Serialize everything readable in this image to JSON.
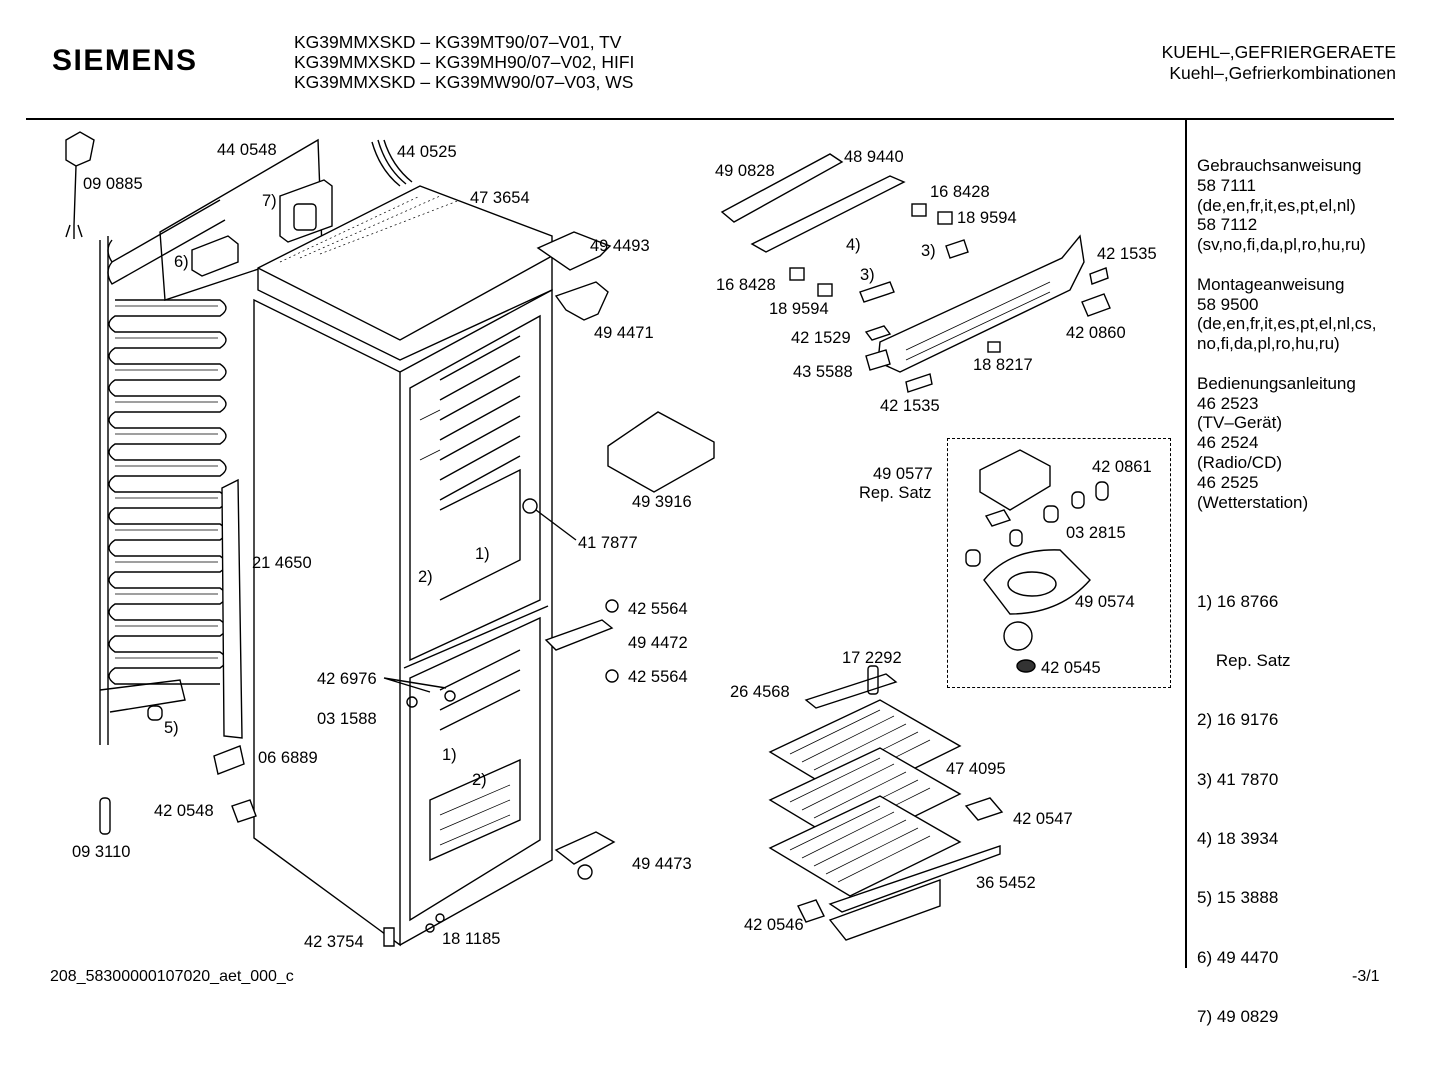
{
  "header": {
    "brand": "SIEMENS",
    "models": [
      "KG39MMXSKD – KG39MT90/07–V01, TV",
      "KG39MMXSKD – KG39MH90/07–V02, HIFI",
      "KG39MMXSKD – KG39MW90/07–V03, WS"
    ],
    "category": "KUEHL–,GEFRIERGERAETE",
    "subcategory": "Kuehl–,Gefrierkombinationen"
  },
  "sidebar": {
    "docs": [
      {
        "title": "Gebrauchsanweisung",
        "lines": [
          "58 7111",
          "(de,en,fr,it,es,pt,el,nl)",
          "58 7112",
          "(sv,no,fi,da,pl,ro,hu,ru)"
        ]
      },
      {
        "title": "Montageanweisung",
        "lines": [
          "58 9500",
          "(de,en,fr,it,es,pt,el,nl,cs,",
          "no,fi,da,pl,ro,hu,ru)"
        ]
      },
      {
        "title": "Bedienungsanleitung",
        "lines": [
          "46 2523",
          "(TV–Gerät)",
          "46 2524",
          "(Radio/CD)",
          "46 2525",
          "(Wetterstation)"
        ]
      }
    ],
    "legend": [
      "1) 16 8766",
      "    Rep. Satz",
      "2) 16 9176",
      "3) 41 7870",
      "4) 18 3934",
      "5) 15 3888",
      "6) 49 4470",
      "7) 49 0829"
    ]
  },
  "diagram": {
    "labels": [
      "09 0885",
      "44 0548",
      "44 0525",
      "47 3654",
      "7)",
      "6)",
      "49 4493",
      "49 4471",
      "21 4650",
      "41 7877",
      "49 3916",
      "2)",
      "1)",
      "42 5564",
      "49 4472",
      "42 5564",
      "42 6976",
      "03 1588",
      "5)",
      "06 6889",
      "1)",
      "2)",
      "42 0548",
      "09 3110",
      "49 4473",
      "42 3754",
      "18 1185",
      "49 0828",
      "48 9440",
      "16 8428",
      "18 9594",
      "4)",
      "3)",
      "16 8428",
      "18 9594",
      "3)",
      "42 1535",
      "42 1529",
      "42 0860",
      "43 5588",
      "18 8217",
      "42 1535",
      "49 0577",
      "Rep. Satz",
      "42 0861",
      "03 2815",
      "49 0574",
      "42 0545",
      "17 2292",
      "26 4568",
      "47 4095",
      "42 0547",
      "36 5452",
      "42 0546"
    ]
  },
  "footer": {
    "id": "208_58300000107020_aet_000_c",
    "page": "-3/1"
  }
}
